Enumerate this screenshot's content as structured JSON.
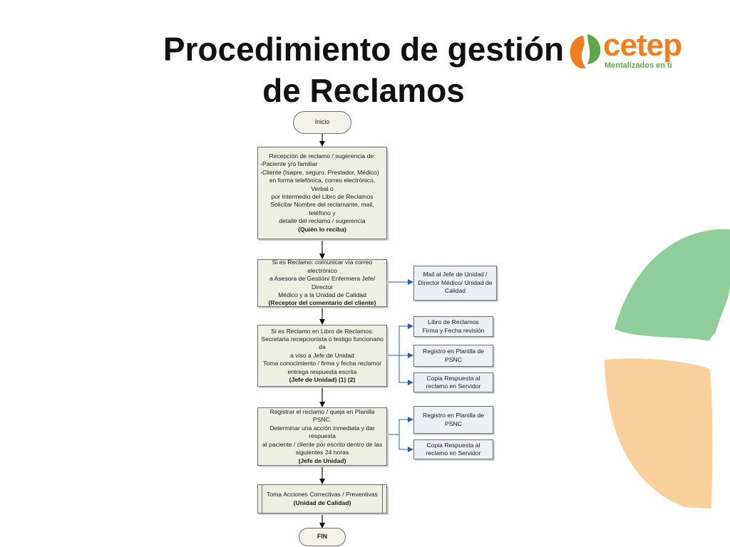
{
  "title": {
    "line1": "Procedimiento de gestión",
    "line2": "de Reclamos"
  },
  "logo": {
    "name": "cetep",
    "tagline": "Mentalizados en ti",
    "colors": {
      "orange": "#ef7d22",
      "green": "#5aa84b"
    }
  },
  "decoration_colors": {
    "green": "#8fcd9a",
    "orange": "#f9cf9c"
  },
  "flow": {
    "start": "Inicio",
    "end": "FIN",
    "step1": {
      "lines": [
        "Recepción de reclamo / sugerencia de:",
        "-Paciente y/o familiar",
        "-Cliente (Isapre, seguro, Prestador, Médico)",
        "en forma telefónica, correo electrónico, Verbal o",
        "por intermedio del Libro de Reclamos",
        "Solicitar Nombre del reclamante, mail, teléfono y",
        "detalle del reclamo / sugerencia"
      ],
      "role": "(Quién lo reciba)"
    },
    "step2": {
      "lines": [
        "Si es Reclamo: comunicar vía correo electrónico",
        "a Asesora de Gestión/ Enfermera Jefe/ Director",
        "Médico y a la Unidad de Calidad"
      ],
      "role": "(Receptor del comentario del cliente)",
      "side": [
        "Mail al Jefe de Unidad /",
        "Director Médico/ Unidad de",
        "Calidad"
      ]
    },
    "step3": {
      "lines": [
        "Si es Reclamo en Libro de Reclamos:",
        "Secretaria recepcionista o testigo funcionario da",
        "a viso a Jefe de Unidad",
        "Toma conocimiento / firma y fecha reclamo/",
        "entrega respuesta escrita"
      ],
      "role": "(Jefe de Unidad) (1) (2)",
      "side1": [
        "Libro de Reclamos",
        "Firma y Fecha revisión"
      ],
      "side2": [
        "Registro en Planilla de",
        "PSNC"
      ],
      "side3": [
        "Copia Respuesta al",
        "reclamo en Servidor"
      ]
    },
    "step4": {
      "lines": [
        "Registrar el reclamo / queja en Planilla PSNC.",
        "Determinar una acción inmediata y dar respuesta",
        "al paciente / cliente por escrito dentro de las",
        "siguientes 24 horas"
      ],
      "role": "(Jefe de Unidad)",
      "side1": [
        "Registro en Planilla de",
        "PSNC"
      ],
      "side2": [
        "Copia Respuesta al",
        "reclamo en Servidor"
      ]
    },
    "step5": {
      "lines": [
        "Toma Acciones Correctivas / Preventivas"
      ],
      "role": "(Unidad de Calidad)"
    }
  }
}
